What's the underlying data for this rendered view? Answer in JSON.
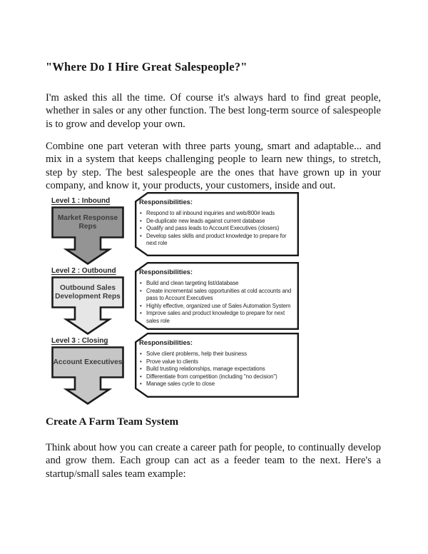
{
  "document": {
    "title": "\"Where Do I Hire Great Salespeople?\"",
    "paragraph_1": "I'm asked this all the time. Of course it's always hard to find great people, whether in sales or any other function. The best long-term source of salespeople is to grow and develop your own.",
    "paragraph_2": "Combine one part veteran with three parts young, smart and adaptable... and mix in a system that keeps challenging people to learn new things, to stretch, step by step. The best salespeople are the ones that have grown up in your company, and know it, your products, your customers, inside and out.",
    "section_heading": "Create A Farm Team System",
    "paragraph_3": "Think about how you can create a career path for people, to continually develop and grow them. Each group can act as a feeder team to the next. Here's a startup/small sales team example:"
  },
  "diagram": {
    "levels": [
      {
        "label": "Level 1 : Inbound",
        "role": "Market Response Reps",
        "fill": "#949494",
        "responsibilities_title": "Responsibilities:",
        "bullets": [
          "Respond to all inbound inquiries and web/800# leads",
          "De-duplicate new leads against current database",
          "Qualify and pass leads to Account Executives (closers)",
          "Develop sales skills and product knowledge to prepare for next role"
        ]
      },
      {
        "label": "Level 2 : Outbound",
        "role": "Outbound Sales Development Reps",
        "fill": "#e6e6e6",
        "responsibilities_title": "Responsibilities:",
        "bullets": [
          "Build and clean targeting list/database",
          "Create incremental sales opportunities at cold accounts and pass to Account Executives",
          "Highly effective, organized use of Sales Automation System",
          "Improve sales and product knowledge to prepare for next sales role"
        ]
      },
      {
        "label": "Level 3 : Closing",
        "role": "Account Executives",
        "fill": "#c6c6c6",
        "responsibilities_title": "Responsibilities:",
        "bullets": [
          "Solve client problems, help their business",
          "Prove value to clients",
          "Build trusting relationships, manage expectations",
          "Differentiate from competition (including \"no decision\")",
          "Manage sales cycle to close"
        ]
      }
    ]
  },
  "colors": {
    "ink": "#161616",
    "diagram_stroke": "#1b1b1b",
    "page_bg": "#ffffff"
  }
}
